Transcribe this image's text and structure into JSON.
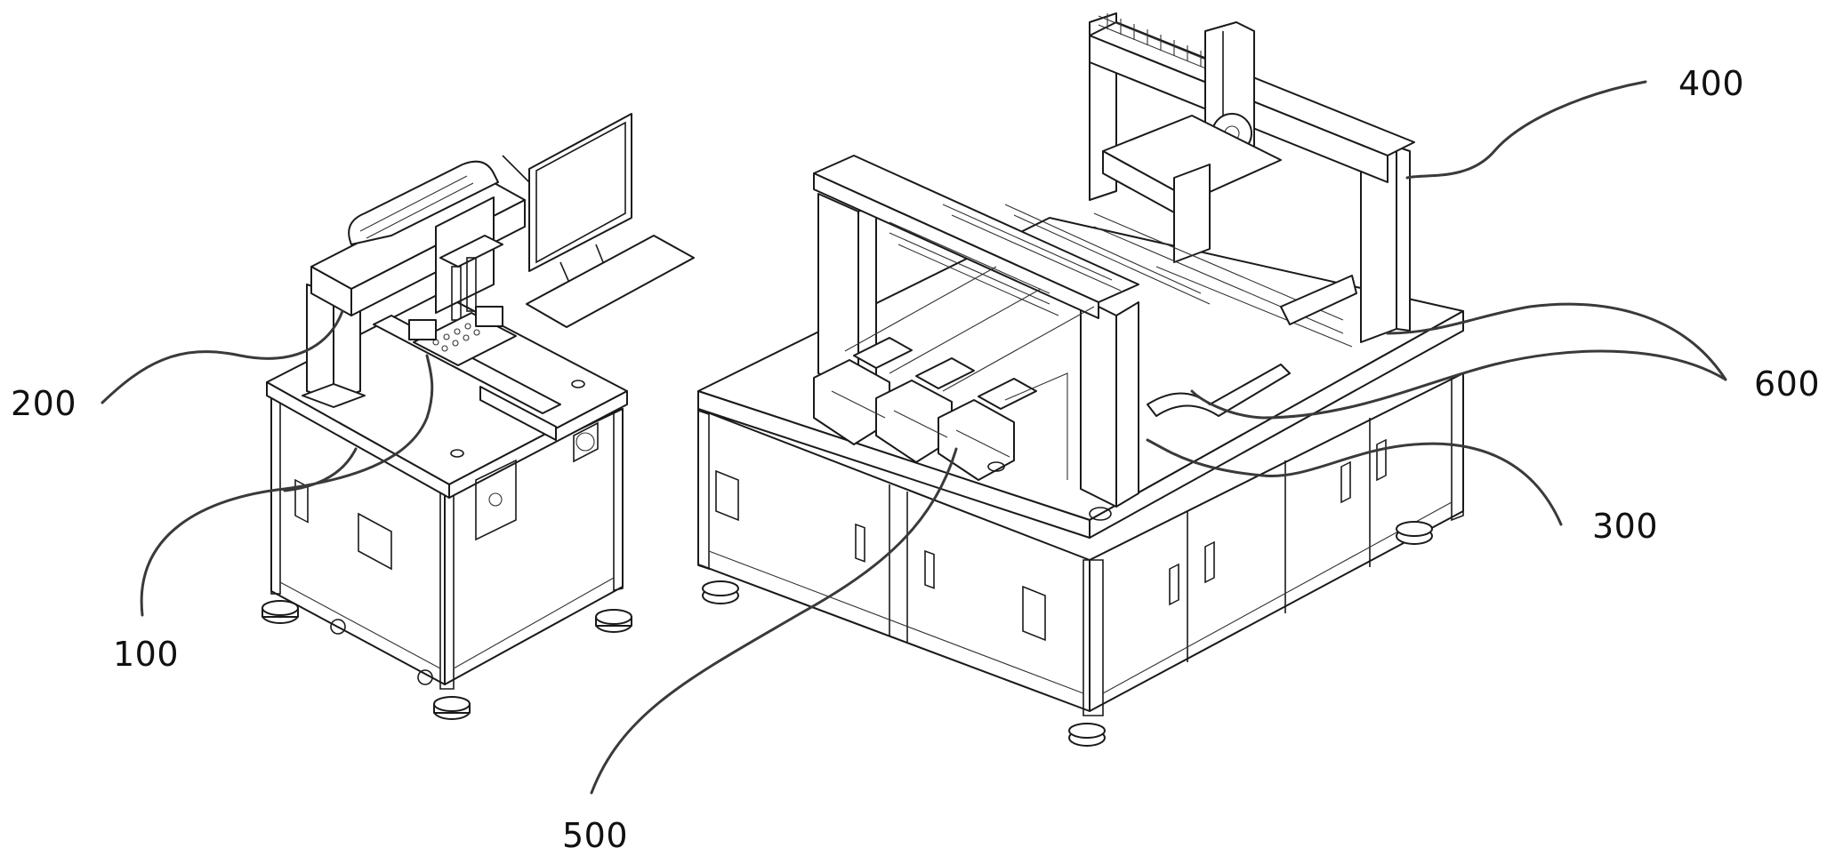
{
  "figure": {
    "callouts": [
      {
        "id": "100",
        "text": "100"
      },
      {
        "id": "200",
        "text": "200"
      },
      {
        "id": "300",
        "text": "300"
      },
      {
        "id": "400",
        "text": "400"
      },
      {
        "id": "500",
        "text": "500"
      },
      {
        "id": "600",
        "text": "600"
      }
    ],
    "line_color": "#1a1a1a",
    "background": "#ffffff"
  }
}
